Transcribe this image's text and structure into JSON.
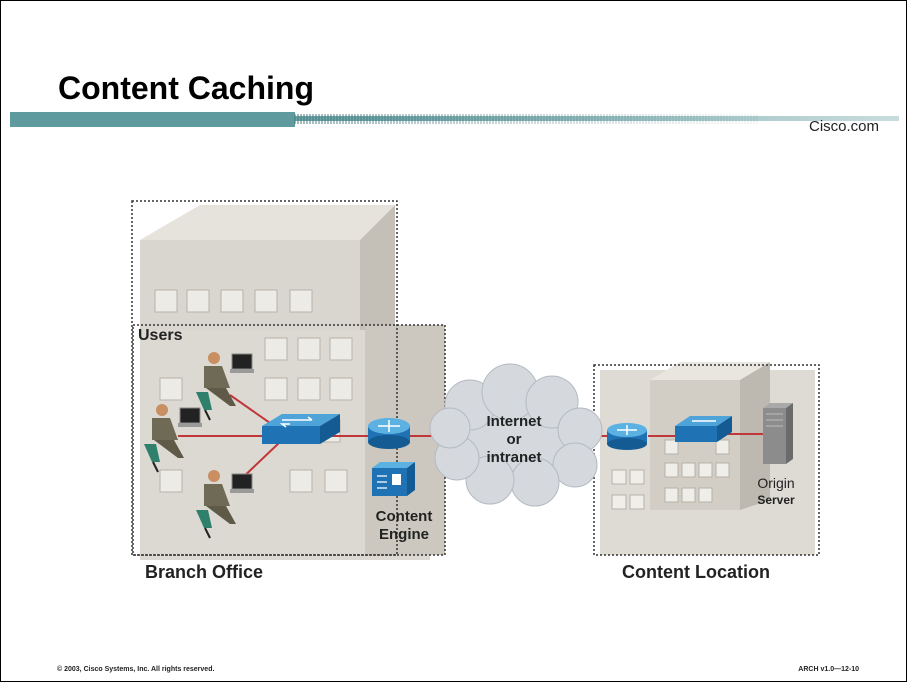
{
  "slide": {
    "title": "Content Caching",
    "brand": "Cisco.com",
    "copyright": "© 2003, Cisco Systems, Inc. All rights reserved.",
    "course_code": "ARCH v1.0—12-10"
  },
  "diagram": {
    "users_label": "Users",
    "cloud_lines": [
      "Internet",
      "or",
      "intranet"
    ],
    "content_engine_lines": [
      "Content",
      "Engine"
    ],
    "origin_server_lines": [
      "Origin",
      "Server"
    ],
    "branch_office_label": "Branch Office",
    "content_location_label": "Content Location"
  }
}
